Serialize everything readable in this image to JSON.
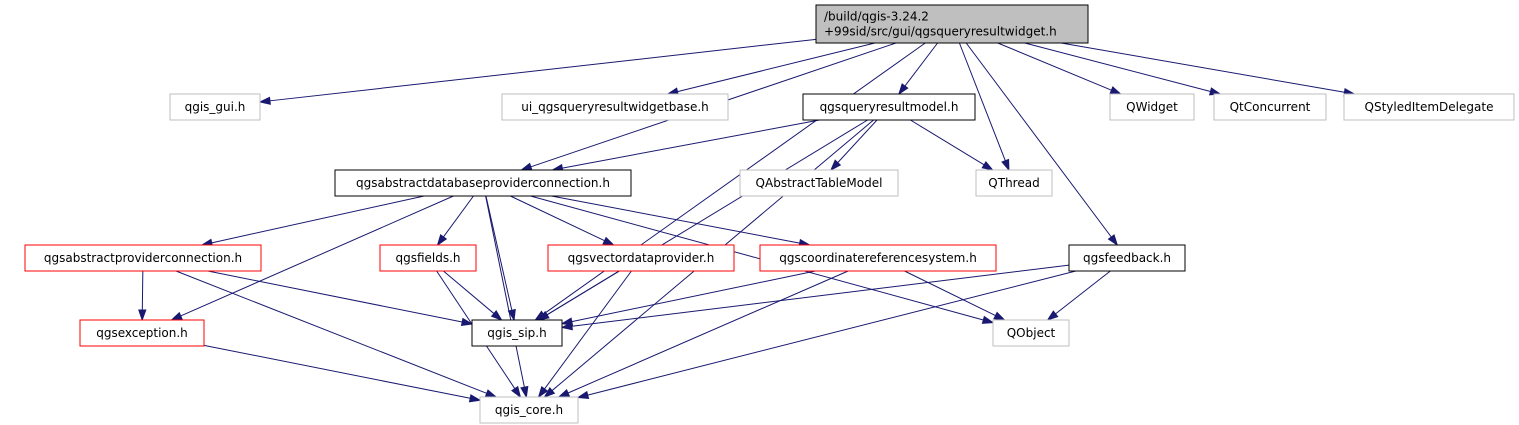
{
  "nodes": {
    "root": {
      "lines": [
        "/build/qgis-3.24.2",
        "+99sid/src/gui/qgsqueryresultwidget.h"
      ],
      "style": "root"
    },
    "qgis_gui": {
      "lines": [
        "qgis_gui.h"
      ],
      "style": "gray"
    },
    "ui_base": {
      "lines": [
        "ui_qgsqueryresultwidgetbase.h"
      ],
      "style": "gray"
    },
    "model": {
      "lines": [
        "qgsqueryresultmodel.h"
      ],
      "style": "black"
    },
    "qwidget": {
      "lines": [
        "QWidget"
      ],
      "style": "gray"
    },
    "qtconcurrent": {
      "lines": [
        "QtConcurrent"
      ],
      "style": "gray"
    },
    "qstyled": {
      "lines": [
        "QStyledItemDelegate"
      ],
      "style": "gray"
    },
    "abstractdb": {
      "lines": [
        "qgsabstractdatabaseproviderconnection.h"
      ],
      "style": "black"
    },
    "qabstracttable": {
      "lines": [
        "QAbstractTableModel"
      ],
      "style": "gray"
    },
    "qthread": {
      "lines": [
        "QThread"
      ],
      "style": "gray"
    },
    "abstractprov": {
      "lines": [
        "qgsabstractproviderconnection.h"
      ],
      "style": "red"
    },
    "fields": {
      "lines": [
        "qgsfields.h"
      ],
      "style": "red"
    },
    "vectordp": {
      "lines": [
        "qgsvectordataprovider.h"
      ],
      "style": "red"
    },
    "crs": {
      "lines": [
        "qgscoordinatereferencesystem.h"
      ],
      "style": "red"
    },
    "feedback": {
      "lines": [
        "qgsfeedback.h"
      ],
      "style": "black"
    },
    "exception": {
      "lines": [
        "qgsexception.h"
      ],
      "style": "red"
    },
    "sip": {
      "lines": [
        "qgis_sip.h"
      ],
      "style": "black"
    },
    "qobject": {
      "lines": [
        "QObject"
      ],
      "style": "gray"
    },
    "core": {
      "lines": [
        "qgis_core.h"
      ],
      "style": "gray"
    }
  },
  "edges": [
    [
      "root",
      "qgis_gui"
    ],
    [
      "root",
      "ui_base"
    ],
    [
      "root",
      "model"
    ],
    [
      "root",
      "qwidget"
    ],
    [
      "root",
      "qtconcurrent"
    ],
    [
      "root",
      "qstyled"
    ],
    [
      "root",
      "abstractdb"
    ],
    [
      "root",
      "qthread"
    ],
    [
      "root",
      "feedback"
    ],
    [
      "root",
      "sip"
    ],
    [
      "model",
      "abstractdb"
    ],
    [
      "model",
      "qabstracttable"
    ],
    [
      "model",
      "qthread"
    ],
    [
      "model",
      "sip"
    ],
    [
      "model",
      "core"
    ],
    [
      "abstractdb",
      "exception"
    ],
    [
      "abstractdb",
      "abstractprov"
    ],
    [
      "abstractdb",
      "fields"
    ],
    [
      "abstractdb",
      "vectordp"
    ],
    [
      "abstractdb",
      "crs"
    ],
    [
      "abstractdb",
      "qobject"
    ],
    [
      "abstractdb",
      "sip"
    ],
    [
      "abstractdb",
      "core"
    ],
    [
      "abstractprov",
      "exception"
    ],
    [
      "abstractprov",
      "sip"
    ],
    [
      "abstractprov",
      "core"
    ],
    [
      "fields",
      "sip"
    ],
    [
      "fields",
      "core"
    ],
    [
      "vectordp",
      "sip"
    ],
    [
      "vectordp",
      "core"
    ],
    [
      "crs",
      "sip"
    ],
    [
      "crs",
      "qobject"
    ],
    [
      "crs",
      "core"
    ],
    [
      "feedback",
      "sip"
    ],
    [
      "feedback",
      "qobject"
    ],
    [
      "feedback",
      "core"
    ],
    [
      "exception",
      "core"
    ]
  ],
  "colors": {
    "edge": "#191970",
    "gray_border": "#bfbfbf",
    "red_border": "#ff0000",
    "black_border": "#000000",
    "root_fill": "#bfbfbf"
  }
}
